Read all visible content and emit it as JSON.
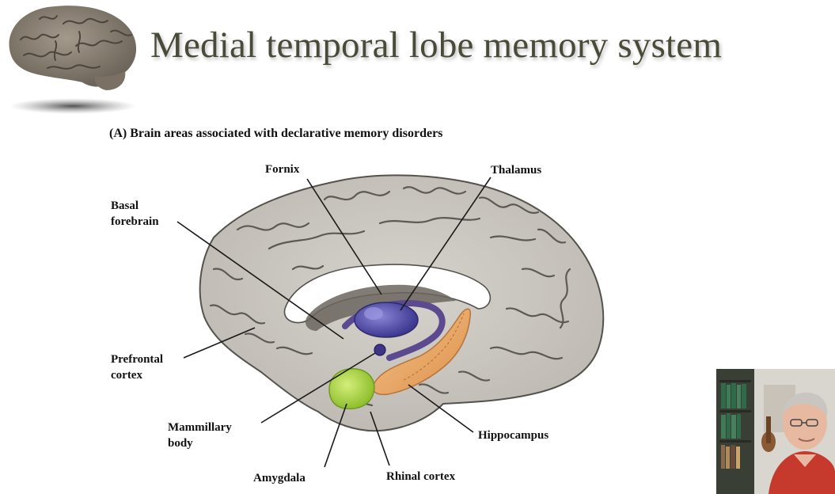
{
  "slide": {
    "title": "Medial temporal lobe memory system",
    "subtitle": "(A)  Brain areas associated with declarative memory disorders"
  },
  "figure": {
    "labels": {
      "fornix": "Fornix",
      "thalamus": "Thalamus",
      "basal_forebrain": "Basal\nforebrain",
      "prefrontal_cortex": "Prefrontal\ncortex",
      "mammillary_body": "Mammillary\nbody",
      "amygdala": "Amygdala",
      "rhinal_cortex": "Rhinal cortex",
      "hippocampus": "Hippocampus"
    },
    "colors": {
      "cortex": "#c9c6c0",
      "sulci": "#5d5a55",
      "thalamus": "#4f4aa0",
      "fornix": "#5b4a8f",
      "hippocampus": "#e9a464",
      "amygdala": "#a8d24a",
      "corpus_callosum": "#ffffff"
    }
  },
  "icons": [
    "brain-logo-icon"
  ],
  "webcam": {
    "description_icon": "presenter-webcam-icon"
  }
}
